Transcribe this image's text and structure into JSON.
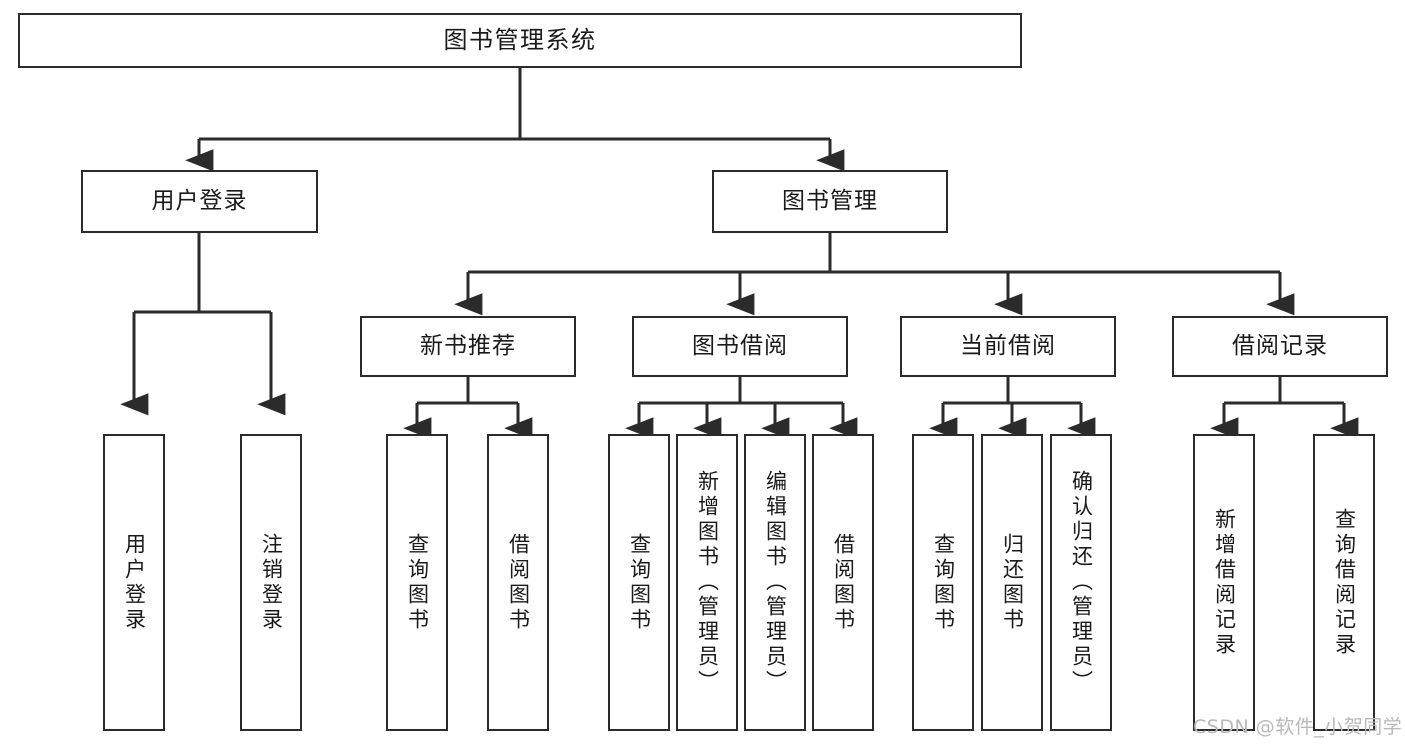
{
  "diagram": {
    "type": "tree",
    "title": "图书管理系统",
    "root": {
      "id": "root",
      "label": "图书管理系统"
    },
    "level1": [
      {
        "id": "user-login",
        "label": "用户登录"
      },
      {
        "id": "book-manage",
        "label": "图书管理"
      }
    ],
    "level2": [
      {
        "id": "new-book-rec",
        "label": "新书推荐",
        "parent": "book-manage"
      },
      {
        "id": "book-borrow",
        "label": "图书借阅",
        "parent": "book-manage"
      },
      {
        "id": "current-borrow",
        "label": "当前借阅",
        "parent": "book-manage"
      },
      {
        "id": "borrow-record",
        "label": "借阅记录",
        "parent": "book-manage"
      }
    ],
    "leaves": [
      {
        "id": "leaf-user-login",
        "label": "用户登录",
        "parent": "user-login"
      },
      {
        "id": "leaf-user-logout",
        "label": "注销登录",
        "parent": "user-login"
      },
      {
        "id": "leaf-rec-query-book",
        "label": "查询图书",
        "parent": "new-book-rec"
      },
      {
        "id": "leaf-rec-borrow-book",
        "label": "借阅图书",
        "parent": "new-book-rec"
      },
      {
        "id": "leaf-borrow-query-book",
        "label": "查询图书",
        "parent": "book-borrow"
      },
      {
        "id": "leaf-borrow-add-book",
        "label": "新增图书（管理员）",
        "parent": "book-borrow"
      },
      {
        "id": "leaf-borrow-edit-book",
        "label": "编辑图书（管理员）",
        "parent": "book-borrow"
      },
      {
        "id": "leaf-borrow-borrow-book",
        "label": "借阅图书",
        "parent": "book-borrow"
      },
      {
        "id": "leaf-cur-query-book",
        "label": "查询图书",
        "parent": "current-borrow"
      },
      {
        "id": "leaf-cur-return-book",
        "label": "归还图书",
        "parent": "current-borrow"
      },
      {
        "id": "leaf-cur-confirm-return",
        "label": "确认归还（管理员）",
        "parent": "current-borrow"
      },
      {
        "id": "leaf-rec-add-record",
        "label": "新增借阅记录",
        "parent": "borrow-record"
      },
      {
        "id": "leaf-rec-query-record",
        "label": "查询借阅记录",
        "parent": "borrow-record"
      }
    ],
    "colors": {
      "box_border": "#2b2b2b",
      "box_fill": "#ffffff",
      "connector": "#2b2b2b",
      "text": "#1a1a1a",
      "watermark": "#b9b9b9",
      "background": "#ffffff"
    }
  },
  "watermark": {
    "text": "CSDN @软件_小贺同学"
  }
}
